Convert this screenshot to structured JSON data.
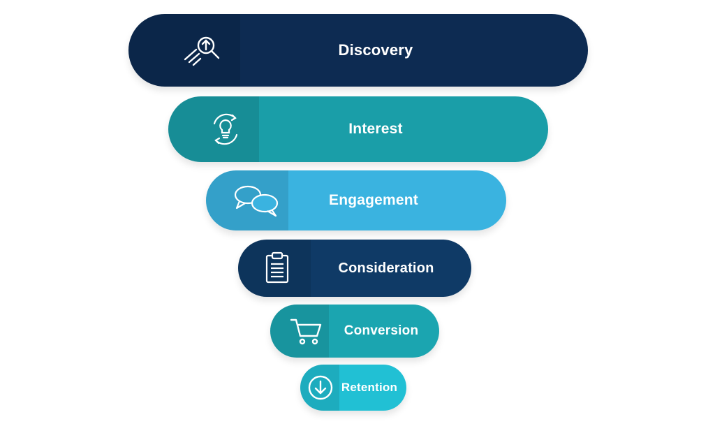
{
  "funnel": {
    "stages": [
      {
        "label": "Discovery",
        "icon": "magnifier-arrow-up-icon",
        "color": "#0d2b52"
      },
      {
        "label": "Interest",
        "icon": "lightbulb-cycle-icon",
        "color": "#1a9ea8"
      },
      {
        "label": "Engagement",
        "icon": "chat-bubbles-icon",
        "color": "#3ab3e0"
      },
      {
        "label": "Consideration",
        "icon": "clipboard-icon",
        "color": "#0f3a66"
      },
      {
        "label": "Conversion",
        "icon": "shopping-cart-icon",
        "color": "#1ba5b0"
      },
      {
        "label": "Retention",
        "icon": "download-circle-icon",
        "color": "#21c0d4"
      }
    ]
  }
}
